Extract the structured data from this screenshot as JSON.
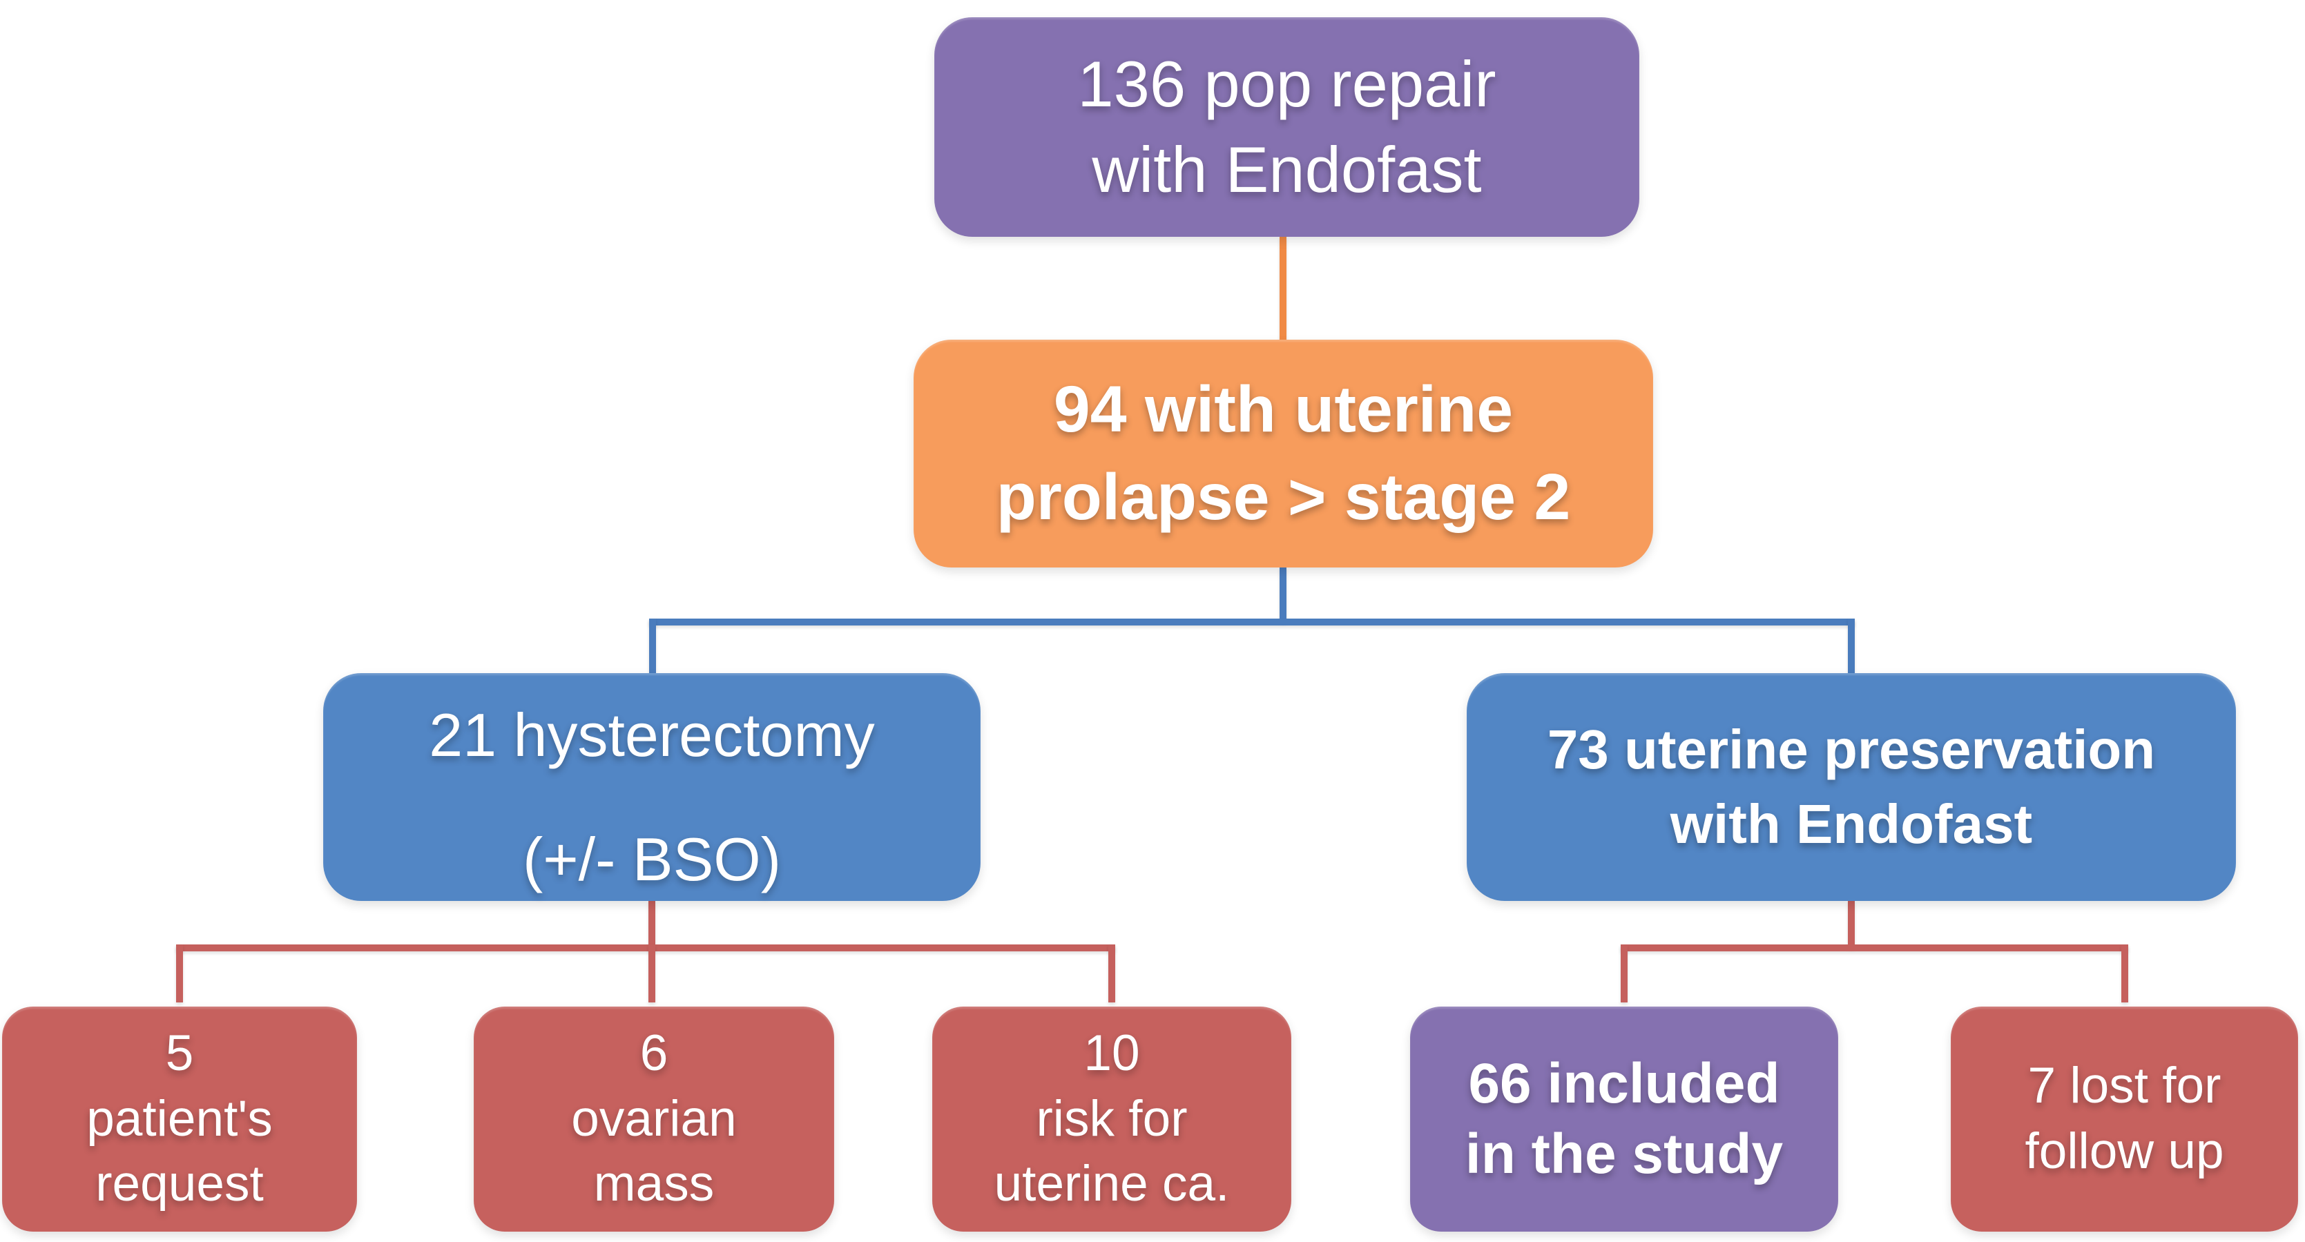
{
  "diagram_type": "study-flowchart",
  "nodes": {
    "root": {
      "line1": "136 pop repair",
      "line2": "with Endofast",
      "color": "#8571B0",
      "bold": false
    },
    "prolapse": {
      "line1": "94 with uterine",
      "line2": "prolapse > stage 2",
      "color": "#F79C5C",
      "bold": true
    },
    "hysterectomy": {
      "line1": "21 hysterectomy",
      "line2": "(+/- BSO)",
      "color": "#5286C5",
      "bold": false
    },
    "preservation": {
      "line1": "73 uterine preservation",
      "line2": "with Endofast",
      "color": "#5286C5",
      "bold": true
    },
    "request": {
      "line1": "5",
      "line2": "patient's",
      "line3": "request",
      "color": "#C6615E",
      "bold": false
    },
    "ovarian": {
      "line1": "6",
      "line2": "ovarian",
      "line3": "mass",
      "color": "#C6615E",
      "bold": false
    },
    "risk": {
      "line1": "10",
      "line2": "risk for",
      "line3": "uterine ca.",
      "color": "#C6615E",
      "bold": false
    },
    "included": {
      "line1": "66 included",
      "line2": "in the study",
      "color": "#8571B0",
      "bold": true
    },
    "lost": {
      "line1": "7 lost for",
      "line2": "follow up",
      "color": "#C6615E",
      "bold": false
    }
  },
  "colors": {
    "background": "#FFFFFF",
    "text": "#FFFFFF",
    "box_purple": "#8571B0",
    "box_orange": "#F79C5C",
    "box_blue": "#5286C5",
    "box_red": "#C6615E",
    "connector_orange": "#F08A45",
    "connector_blue": "#4A7CBD",
    "connector_red": "#C5605D"
  }
}
